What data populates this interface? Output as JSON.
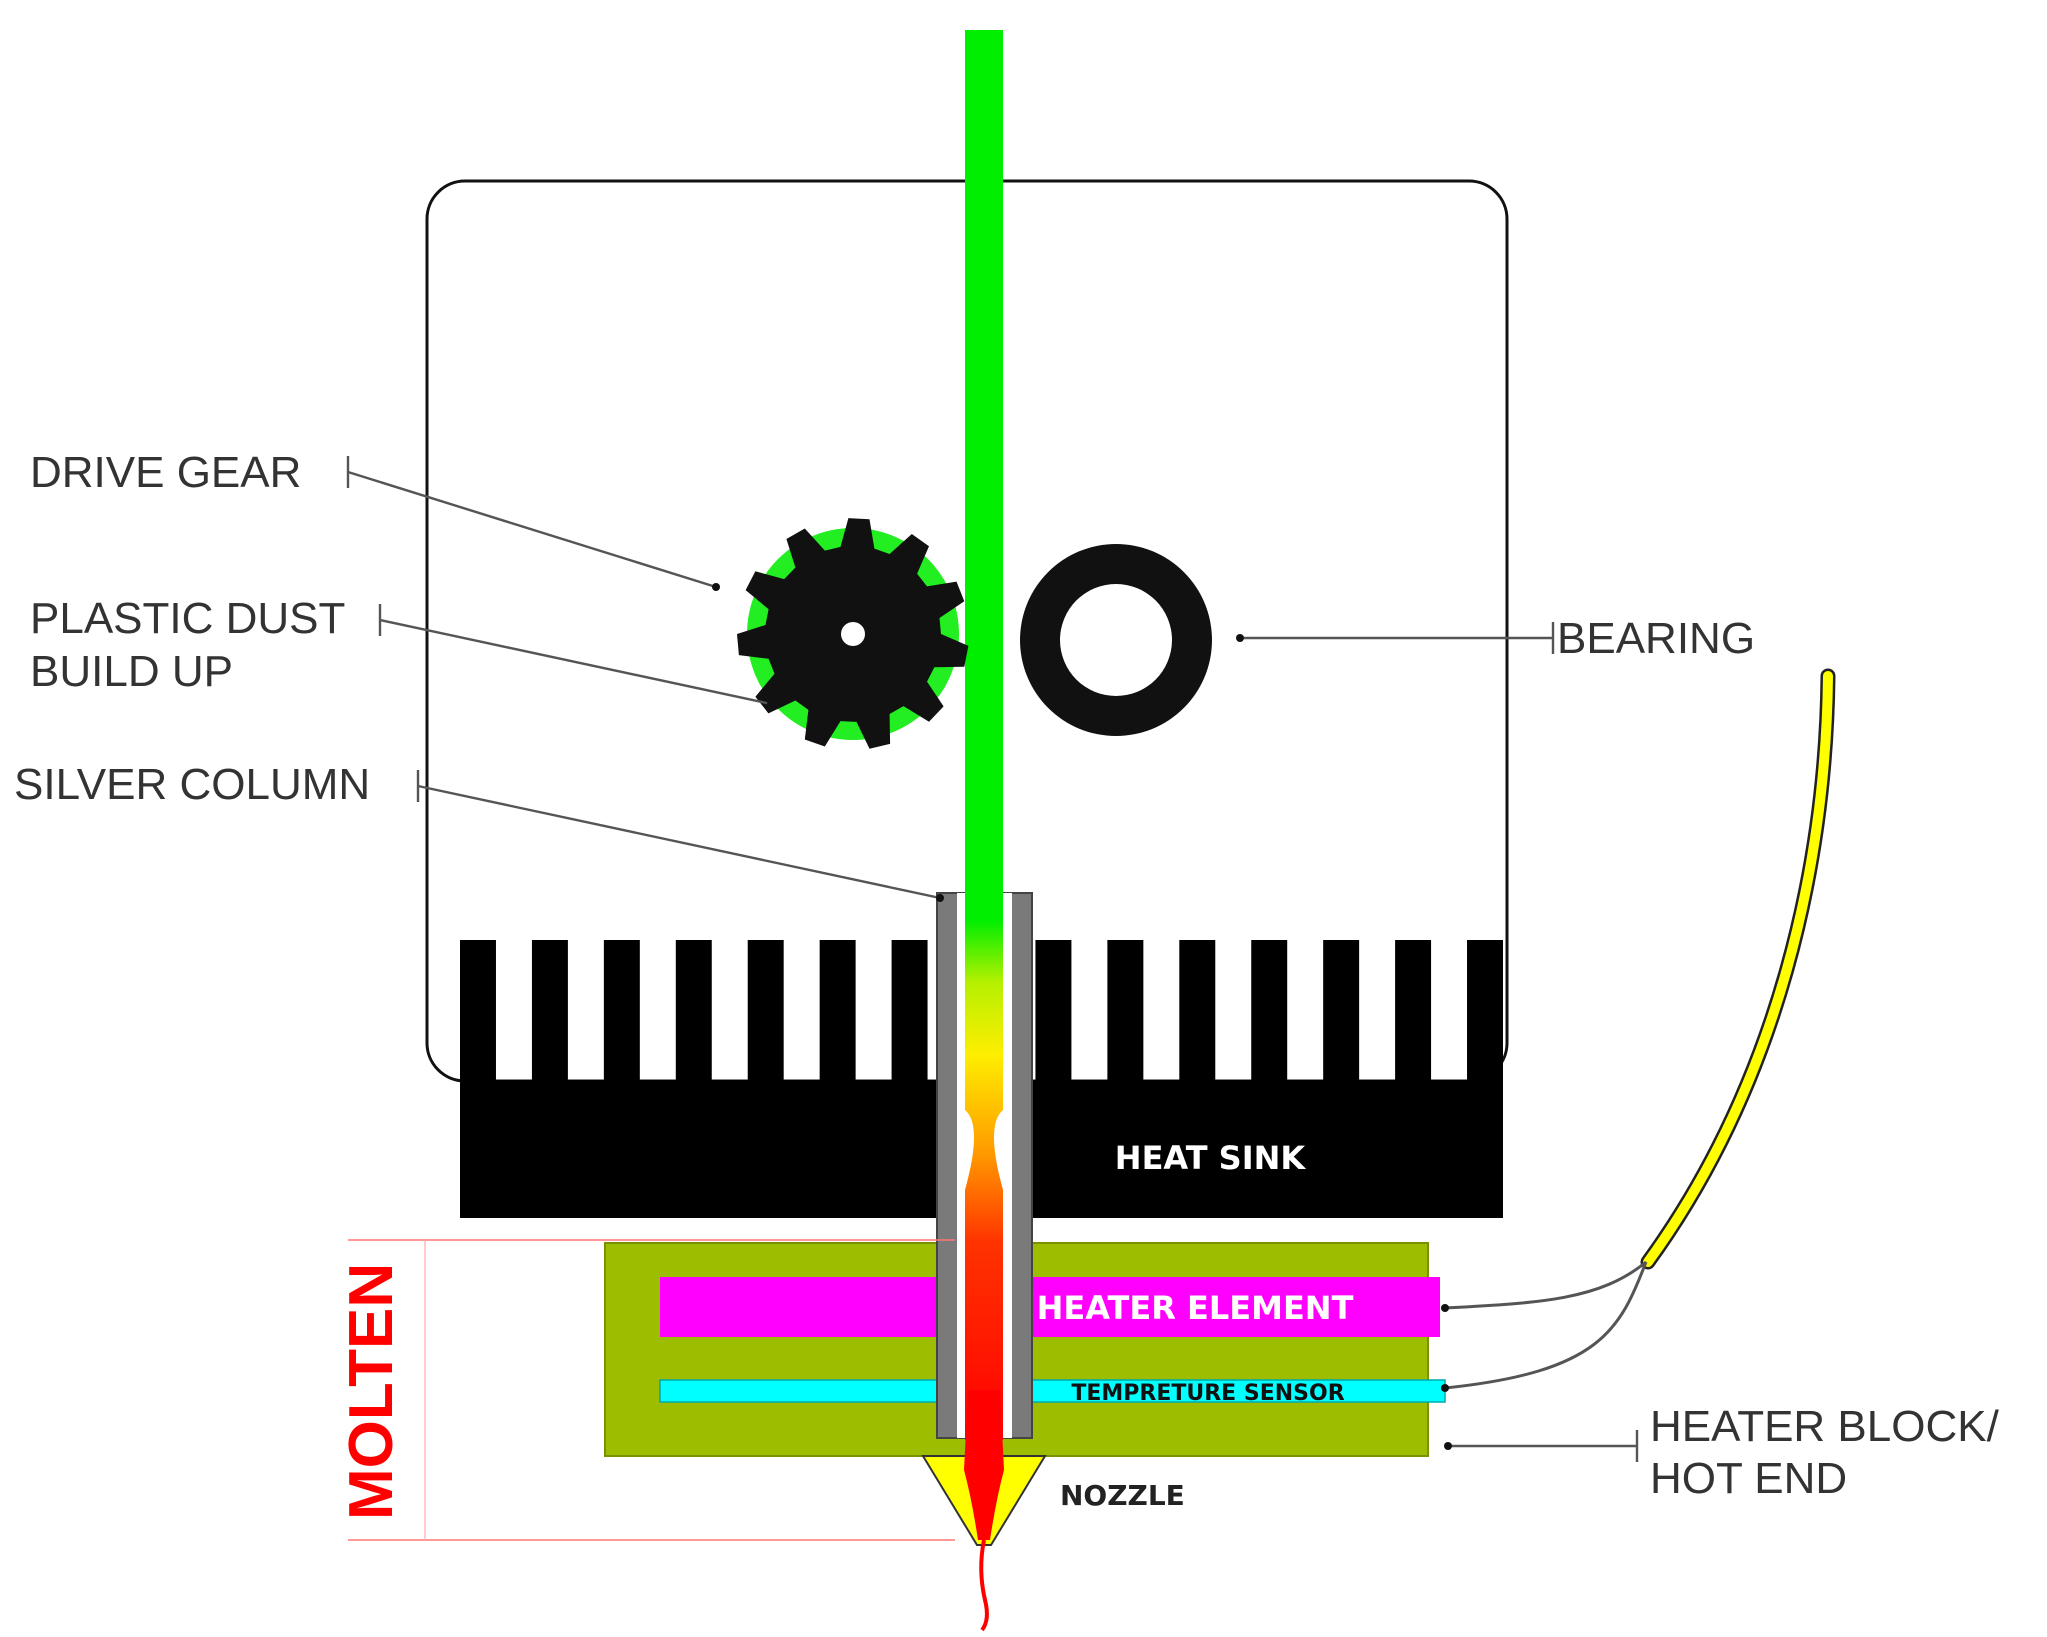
{
  "labels": {
    "drive_gear": "DRIVE GEAR",
    "plastic_dust_line1": "PLASTIC DUST",
    "plastic_dust_line2": "BUILD UP",
    "silver_column": "SILVER COLUMN",
    "bearing": "BEARING",
    "heat_sink": "HEAT SINK",
    "heater_element": "HEATER ELEMENT",
    "temperature_sensor": "TEMPRETURE SENSOR",
    "heater_block_line1": "HEATER BLOCK/",
    "heater_block_line2": "HOT END",
    "nozzle": "NOZZLE",
    "molten": "MOLTEN"
  },
  "colors": {
    "filament": "#00ee00",
    "dust": "#22ee22",
    "heater_block": "#9dbd00",
    "heater_element": "#ff00ff",
    "temperature_sensor": "#00ffff",
    "nozzle": "#ffff00",
    "molten": "#ff0000",
    "column": "#7a7a7a",
    "wire": "#ffff00",
    "molten_label": "#ff0000"
  }
}
